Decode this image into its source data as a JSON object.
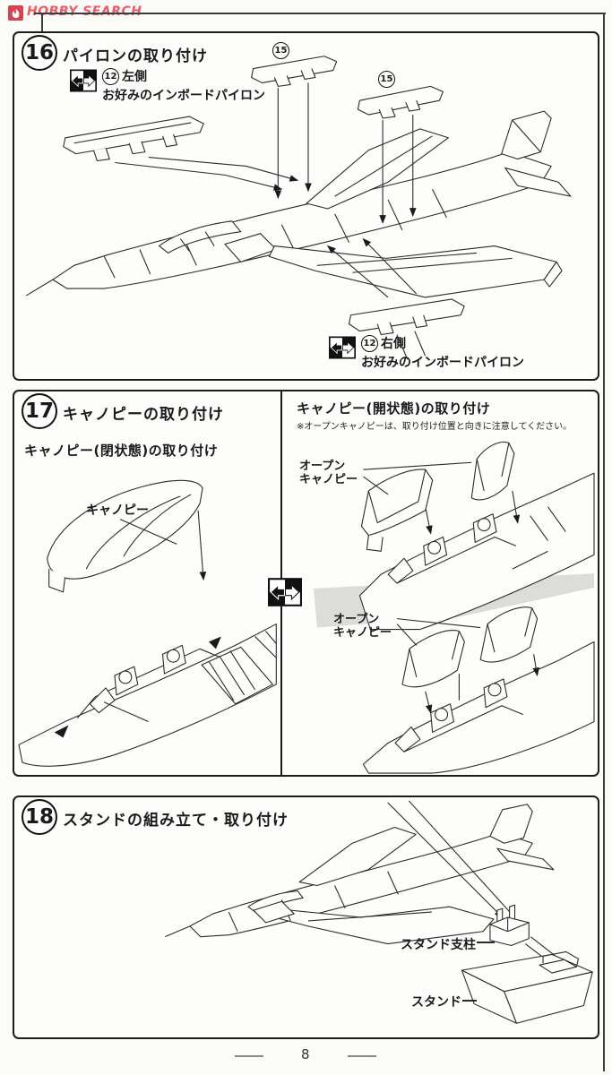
{
  "watermark": {
    "brand": "HOBBY SEARCH"
  },
  "page": {
    "number": "8"
  },
  "steps": {
    "s16": {
      "number": "16",
      "title": "パイロンの取り付け",
      "pylon_badge": "15",
      "inboard_badge": "12",
      "left_callout": {
        "side": "左側",
        "option": "お好みのインボードパイロン"
      },
      "right_callout": {
        "side": "右側",
        "option": "お好みのインボードパイロン"
      }
    },
    "s17": {
      "number": "17",
      "title": "キャノピーの取り付け",
      "closed_heading": "キャノピー(閉状態)の取り付け",
      "open_heading": "キャノピー(開状態)の取り付け",
      "open_note": "※オープンキャノピーは、取り付け位置と向きに注意してください。",
      "canopy_label": "キャノピー",
      "open_canopy_label": "オープン\nキャノピー"
    },
    "s18": {
      "number": "18",
      "title": "スタンドの組み立て・取り付け",
      "pillar_label": "スタンド支柱",
      "stand_label": "スタンド"
    }
  }
}
